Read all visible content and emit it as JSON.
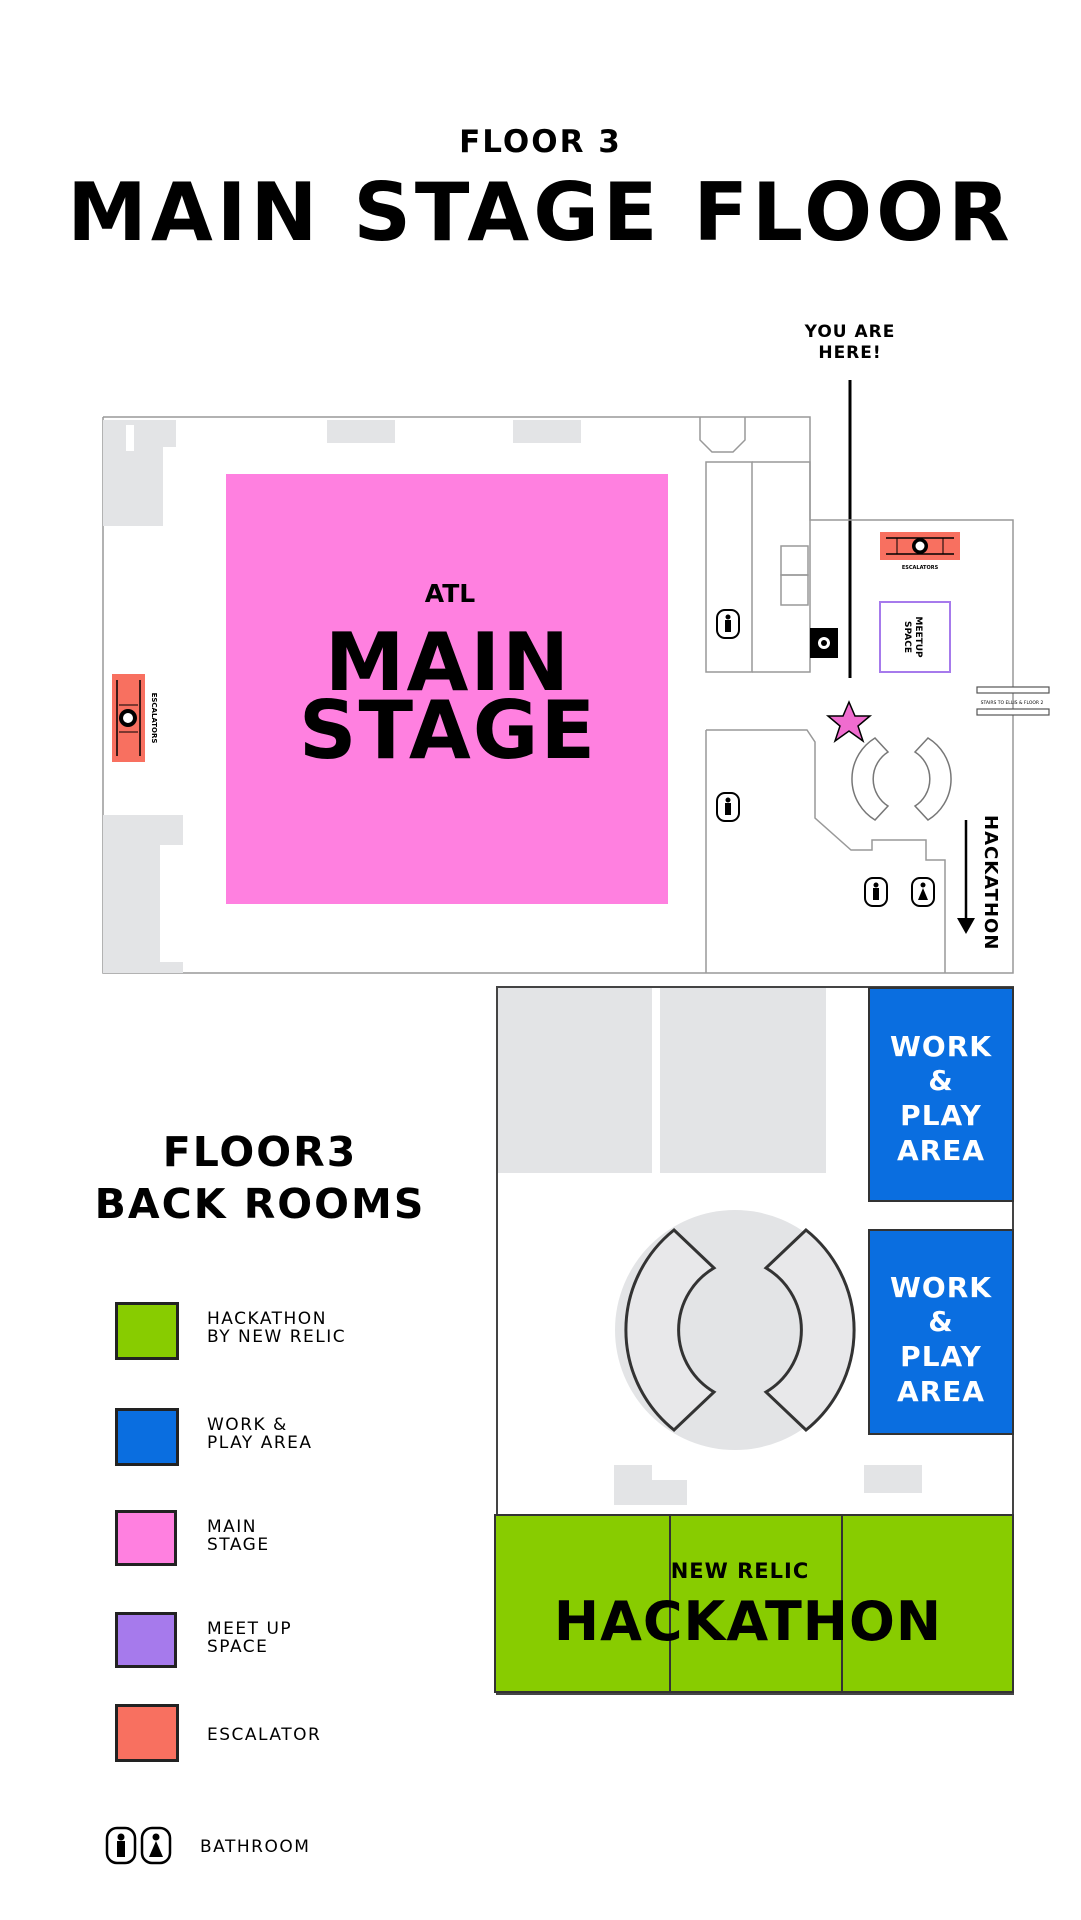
{
  "header": {
    "floor_label": "FLOOR 3",
    "title": "MAIN STAGE FLOOR"
  },
  "you_are_here": "YOU ARE\nHERE!",
  "map": {
    "main_stage_small": "ATL",
    "main_stage_line1": "MAIN",
    "main_stage_line2": "STAGE",
    "escalators_left": "ESCALATORS",
    "escalators_top": "ESCALATORS",
    "meetup_line1": "MEETUP",
    "meetup_line2": "SPACE",
    "stairs_note": "STAIRS TO ELLIS & FLOOR 2",
    "hackathon_arrow_label": "HACKATHON",
    "work_play_1": [
      "WORK",
      "&",
      "PLAY",
      "AREA"
    ],
    "work_play_2": [
      "WORK",
      "&",
      "PLAY",
      "AREA"
    ],
    "hackathon_small": "NEW RELIC",
    "hackathon_big": "HACKATHON"
  },
  "legend": {
    "title_line1": "FLOOR3",
    "title_line2": "BACK ROOMS",
    "items": [
      {
        "label": "HACKATHON\nBY NEW RELIC",
        "color": "#88cc00"
      },
      {
        "label": "WORK &\nPLAY AREA",
        "color": "#0a6ee0"
      },
      {
        "label": "MAIN\nSTAGE",
        "color": "#ff80e0"
      },
      {
        "label": "MEET UP\nSPACE",
        "color": "#a67aec"
      },
      {
        "label": "ESCALATOR",
        "color": "#f87060"
      },
      {
        "label": "BATHROOM",
        "icon": "bathroom-icon"
      }
    ]
  },
  "colors": {
    "main_stage": "#ff80e0",
    "work_play": "#0a6ee0",
    "hackathon": "#88cc00",
    "meetup_border": "#a67aec",
    "escalator": "#f87060",
    "obstacle_gray": "#e3e4e6",
    "you_are_here_star": "#f06ccf"
  }
}
